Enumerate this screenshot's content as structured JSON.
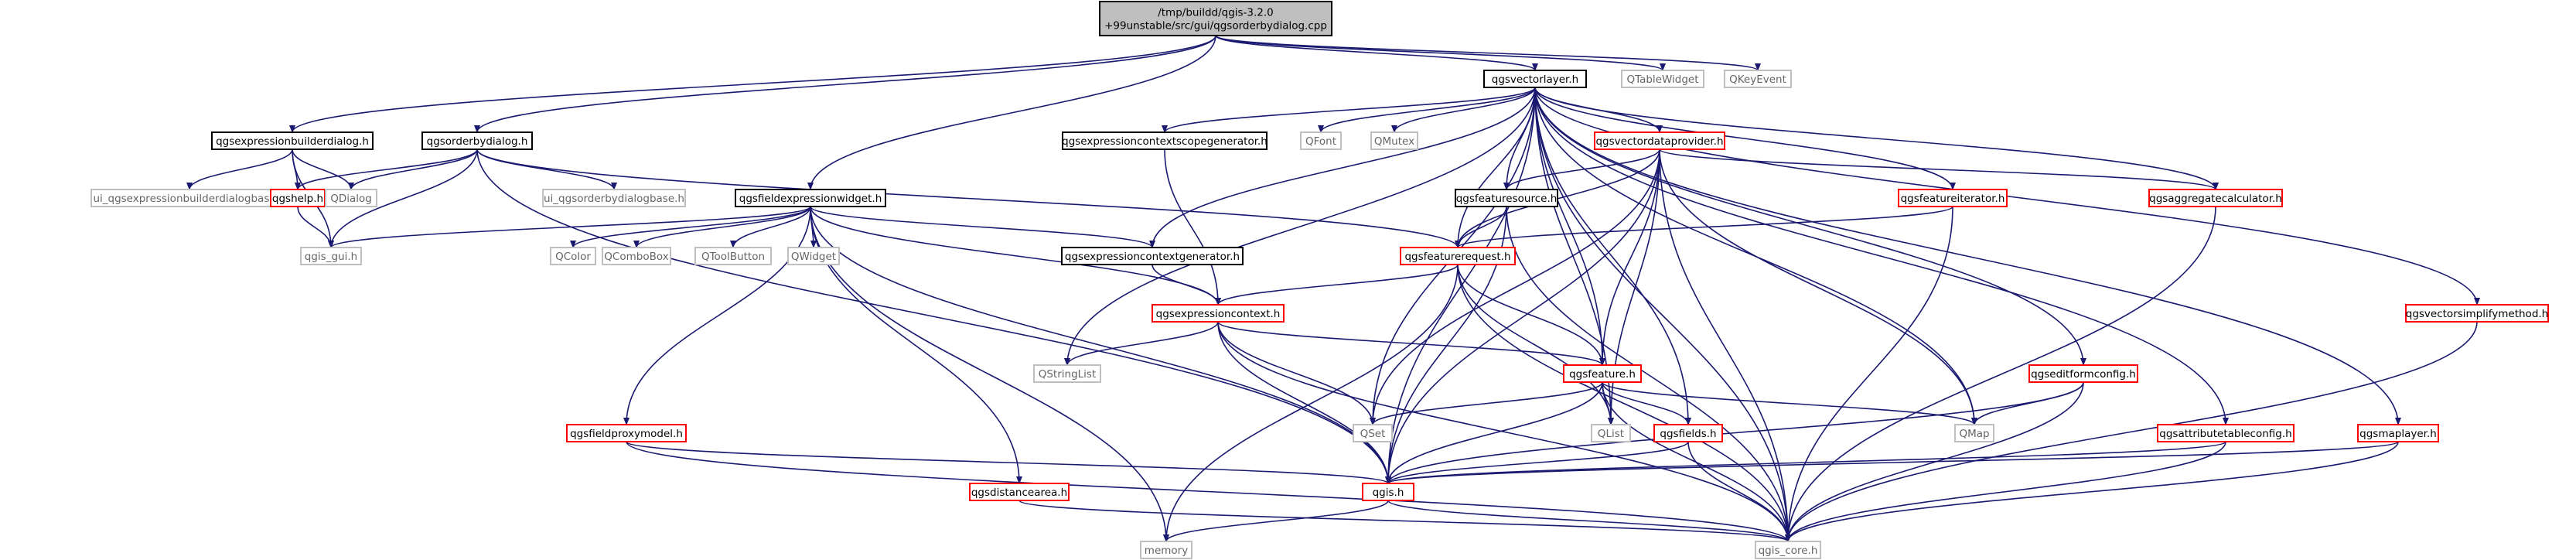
{
  "graph": {
    "colors": {
      "background": "#ffffff",
      "edge": "#191970",
      "focus_fill": "#bfbfbf",
      "focus_border": "#000000",
      "documented_border": "#000000",
      "warning_border": "#ff0000",
      "external_border": "#bfbfbf",
      "text": "#000000",
      "external_text": "#666666"
    },
    "nodes": [
      {
        "id": "root",
        "label_lines": [
          "/tmp/buildd/qgis-3.2.0",
          "+99unstable/src/gui/qgsorderbydialog.cpp"
        ],
        "kind": "focus"
      },
      {
        "id": "qgsexpressionbuilderdialog",
        "label_lines": [
          "qgsexpressionbuilderdialog.h"
        ],
        "kind": "documented"
      },
      {
        "id": "qgsorderbydialog",
        "label_lines": [
          "qgsorderbydialog.h"
        ],
        "kind": "documented"
      },
      {
        "id": "qgsfieldexpressionwidget",
        "label_lines": [
          "qgsfieldexpressionwidget.h"
        ],
        "kind": "documented"
      },
      {
        "id": "qgsvectorlayer",
        "label_lines": [
          "qgsvectorlayer.h"
        ],
        "kind": "documented"
      },
      {
        "id": "QTableWidget",
        "label_lines": [
          "QTableWidget"
        ],
        "kind": "external"
      },
      {
        "id": "QKeyEvent",
        "label_lines": [
          "QKeyEvent"
        ],
        "kind": "external"
      },
      {
        "id": "ui_qgsexpressionbuilderdialogbase",
        "label_lines": [
          "ui_qgsexpressionbuilderdialogbase.h"
        ],
        "kind": "external"
      },
      {
        "id": "qgshelp",
        "label_lines": [
          "qgshelp.h"
        ],
        "kind": "warning"
      },
      {
        "id": "QDialog",
        "label_lines": [
          "QDialog"
        ],
        "kind": "external"
      },
      {
        "id": "qgis_gui",
        "label_lines": [
          "qgis_gui.h"
        ],
        "kind": "external"
      },
      {
        "id": "ui_qgsorderbydialogbase",
        "label_lines": [
          "ui_qgsorderbydialogbase.h"
        ],
        "kind": "external"
      },
      {
        "id": "QColor",
        "label_lines": [
          "QColor"
        ],
        "kind": "external"
      },
      {
        "id": "QComboBox",
        "label_lines": [
          "QComboBox"
        ],
        "kind": "external"
      },
      {
        "id": "QToolButton",
        "label_lines": [
          "QToolButton"
        ],
        "kind": "external"
      },
      {
        "id": "QWidget",
        "label_lines": [
          "QWidget"
        ],
        "kind": "external"
      },
      {
        "id": "qgsexpressioncontextscopegenerator",
        "label_lines": [
          "qgsexpressioncontextscopegenerator.h"
        ],
        "kind": "documented"
      },
      {
        "id": "qgsexpressioncontextgenerator",
        "label_lines": [
          "qgsexpressioncontextgenerator.h"
        ],
        "kind": "documented"
      },
      {
        "id": "QFont",
        "label_lines": [
          "QFont"
        ],
        "kind": "external"
      },
      {
        "id": "QMutex",
        "label_lines": [
          "QMutex"
        ],
        "kind": "external"
      },
      {
        "id": "qgsvectordataprovider",
        "label_lines": [
          "qgsvectordataprovider.h"
        ],
        "kind": "warning"
      },
      {
        "id": "qgsfeaturesource",
        "label_lines": [
          "qgsfeaturesource.h"
        ],
        "kind": "documented"
      },
      {
        "id": "qgsfeatureiterator",
        "label_lines": [
          "qgsfeatureiterator.h"
        ],
        "kind": "warning"
      },
      {
        "id": "qgsaggregatecalculator",
        "label_lines": [
          "qgsaggregatecalculator.h"
        ],
        "kind": "warning"
      },
      {
        "id": "qgsfeaturerequest",
        "label_lines": [
          "qgsfeaturerequest.h"
        ],
        "kind": "warning"
      },
      {
        "id": "qgsexpressioncontext",
        "label_lines": [
          "qgsexpressioncontext.h"
        ],
        "kind": "warning"
      },
      {
        "id": "QStringList",
        "label_lines": [
          "QStringList"
        ],
        "kind": "external"
      },
      {
        "id": "qgsfeature",
        "label_lines": [
          "qgsfeature.h"
        ],
        "kind": "warning"
      },
      {
        "id": "qgsvectorsimplifymethod",
        "label_lines": [
          "qgsvectorsimplifymethod.h"
        ],
        "kind": "warning"
      },
      {
        "id": "qgseditformconfig",
        "label_lines": [
          "qgseditformconfig.h"
        ],
        "kind": "warning"
      },
      {
        "id": "QSet",
        "label_lines": [
          "QSet"
        ],
        "kind": "external"
      },
      {
        "id": "QList",
        "label_lines": [
          "QList"
        ],
        "kind": "external"
      },
      {
        "id": "QMap",
        "label_lines": [
          "QMap"
        ],
        "kind": "external"
      },
      {
        "id": "qgsfieldproxymodel",
        "label_lines": [
          "qgsfieldproxymodel.h"
        ],
        "kind": "warning"
      },
      {
        "id": "qgsfields",
        "label_lines": [
          "qgsfields.h"
        ],
        "kind": "warning"
      },
      {
        "id": "qgsattributetableconfig",
        "label_lines": [
          "qgsattributetableconfig.h"
        ],
        "kind": "warning"
      },
      {
        "id": "qgsmaplayer",
        "label_lines": [
          "qgsmaplayer.h"
        ],
        "kind": "warning"
      },
      {
        "id": "qgsdistancearea",
        "label_lines": [
          "qgsdistancearea.h"
        ],
        "kind": "warning"
      },
      {
        "id": "qgis",
        "label_lines": [
          "qgis.h"
        ],
        "kind": "warning"
      },
      {
        "id": "memory",
        "label_lines": [
          "memory"
        ],
        "kind": "external"
      },
      {
        "id": "qgis_core",
        "label_lines": [
          "qgis_core.h"
        ],
        "kind": "external"
      }
    ],
    "edges": [
      [
        "root",
        "qgsexpressionbuilderdialog"
      ],
      [
        "root",
        "qgsorderbydialog"
      ],
      [
        "root",
        "qgsfieldexpressionwidget"
      ],
      [
        "root",
        "qgsvectorlayer"
      ],
      [
        "root",
        "QTableWidget"
      ],
      [
        "root",
        "QKeyEvent"
      ],
      [
        "qgsexpressionbuilderdialog",
        "ui_qgsexpressionbuilderdialogbase"
      ],
      [
        "qgsexpressionbuilderdialog",
        "qgshelp"
      ],
      [
        "qgsexpressionbuilderdialog",
        "QDialog"
      ],
      [
        "qgsexpressionbuilderdialog",
        "qgis_gui"
      ],
      [
        "qgsorderbydialog",
        "qgshelp"
      ],
      [
        "qgsorderbydialog",
        "QDialog"
      ],
      [
        "qgsorderbydialog",
        "qgis_gui"
      ],
      [
        "qgsorderbydialog",
        "ui_qgsorderbydialogbase"
      ],
      [
        "qgsorderbydialog",
        "qgsfeaturerequest"
      ],
      [
        "qgsorderbydialog",
        "qgis"
      ],
      [
        "qgshelp",
        "qgis_gui"
      ],
      [
        "qgsfieldexpressionwidget",
        "qgis_gui"
      ],
      [
        "qgsfieldexpressionwidget",
        "QColor"
      ],
      [
        "qgsfieldexpressionwidget",
        "QComboBox"
      ],
      [
        "qgsfieldexpressionwidget",
        "QToolButton"
      ],
      [
        "qgsfieldexpressionwidget",
        "QWidget"
      ],
      [
        "qgsfieldexpressionwidget",
        "qgsexpressioncontextgenerator"
      ],
      [
        "qgsfieldexpressionwidget",
        "qgsexpressioncontext"
      ],
      [
        "qgsfieldexpressionwidget",
        "qgsfieldproxymodel"
      ],
      [
        "qgsfieldexpressionwidget",
        "qgsdistancearea"
      ],
      [
        "qgsfieldexpressionwidget",
        "memory"
      ],
      [
        "qgsfieldexpressionwidget",
        "qgis"
      ],
      [
        "qgsvectorlayer",
        "qgsexpressioncontextscopegenerator"
      ],
      [
        "qgsvectorlayer",
        "QFont"
      ],
      [
        "qgsvectorlayer",
        "QMutex"
      ],
      [
        "qgsvectorlayer",
        "qgsvectordataprovider"
      ],
      [
        "qgsvectorlayer",
        "qgsfeaturesource"
      ],
      [
        "qgsvectorlayer",
        "qgsfeatureiterator"
      ],
      [
        "qgsvectorlayer",
        "qgsaggregatecalculator"
      ],
      [
        "qgsvectorlayer",
        "qgsexpressioncontextgenerator"
      ],
      [
        "qgsvectorlayer",
        "qgsfeaturerequest"
      ],
      [
        "qgsvectorlayer",
        "QStringList"
      ],
      [
        "qgsvectorlayer",
        "qgsfeature"
      ],
      [
        "qgsvectorlayer",
        "QSet"
      ],
      [
        "qgsvectorlayer",
        "QList"
      ],
      [
        "qgsvectorlayer",
        "QMap"
      ],
      [
        "qgsvectorlayer",
        "qgsfields"
      ],
      [
        "qgsvectorlayer",
        "qgseditformconfig"
      ],
      [
        "qgsvectorlayer",
        "qgsattributetableconfig"
      ],
      [
        "qgsvectorlayer",
        "qgsmaplayer"
      ],
      [
        "qgsvectorlayer",
        "qgsvectorsimplifymethod"
      ],
      [
        "qgsvectorlayer",
        "qgis"
      ],
      [
        "qgsvectorlayer",
        "qgis_core"
      ],
      [
        "qgsexpressioncontextscopegenerator",
        "qgsexpressioncontext"
      ],
      [
        "qgsvectordataprovider",
        "qgsfeaturesource"
      ],
      [
        "qgsvectordataprovider",
        "qgsaggregatecalculator"
      ],
      [
        "qgsvectordataprovider",
        "qgsfeaturerequest"
      ],
      [
        "qgsvectordataprovider",
        "qgsfeature"
      ],
      [
        "qgsvectordataprovider",
        "QSet"
      ],
      [
        "qgsvectordataprovider",
        "QList"
      ],
      [
        "qgsvectordataprovider",
        "QMap"
      ],
      [
        "qgsvectordataprovider",
        "qgis"
      ],
      [
        "qgsvectordataprovider",
        "qgis_core"
      ],
      [
        "qgsfeaturesource",
        "qgsfeaturerequest"
      ],
      [
        "qgsfeaturesource",
        "qgis"
      ],
      [
        "qgsfeaturesource",
        "qgis_core"
      ],
      [
        "qgsfeatureiterator",
        "qgsfeaturerequest"
      ],
      [
        "qgsfeatureiterator",
        "qgis_core"
      ],
      [
        "qgsaggregatecalculator",
        "qgis_core"
      ],
      [
        "qgsexpressioncontextgenerator",
        "qgsexpressioncontext"
      ],
      [
        "qgsfeaturerequest",
        "qgsexpressioncontext"
      ],
      [
        "qgsfeaturerequest",
        "qgsfeature"
      ],
      [
        "qgsfeaturerequest",
        "QList"
      ],
      [
        "qgsfeaturerequest",
        "memory"
      ],
      [
        "qgsfeaturerequest",
        "qgis_core"
      ],
      [
        "qgsexpressioncontext",
        "QStringList"
      ],
      [
        "qgsexpressioncontext",
        "qgsfeature"
      ],
      [
        "qgsexpressioncontext",
        "QSet"
      ],
      [
        "qgsexpressioncontext",
        "qgis"
      ],
      [
        "qgsexpressioncontext",
        "qgis_core"
      ],
      [
        "qgsfeature",
        "QSet"
      ],
      [
        "qgsfeature",
        "QList"
      ],
      [
        "qgsfeature",
        "QMap"
      ],
      [
        "qgsfeature",
        "qgsfields"
      ],
      [
        "qgsfeature",
        "qgis"
      ],
      [
        "qgsfeature",
        "qgis_core"
      ],
      [
        "qgsfields",
        "qgis"
      ],
      [
        "qgsfields",
        "qgis_core"
      ],
      [
        "qgseditformconfig",
        "QMap"
      ],
      [
        "qgseditformconfig",
        "qgis"
      ],
      [
        "qgseditformconfig",
        "qgis_core"
      ],
      [
        "qgsattributetableconfig",
        "qgis"
      ],
      [
        "qgsattributetableconfig",
        "qgis_core"
      ],
      [
        "qgsmaplayer",
        "qgis"
      ],
      [
        "qgsmaplayer",
        "qgis_core"
      ],
      [
        "qgsvectorsimplifymethod",
        "qgis_core"
      ],
      [
        "qgsfieldproxymodel",
        "qgis"
      ],
      [
        "qgsfieldproxymodel",
        "qgis_core"
      ],
      [
        "qgsdistancearea",
        "qgis_core"
      ],
      [
        "qgis",
        "memory"
      ],
      [
        "qgis",
        "qgis_core"
      ]
    ]
  }
}
